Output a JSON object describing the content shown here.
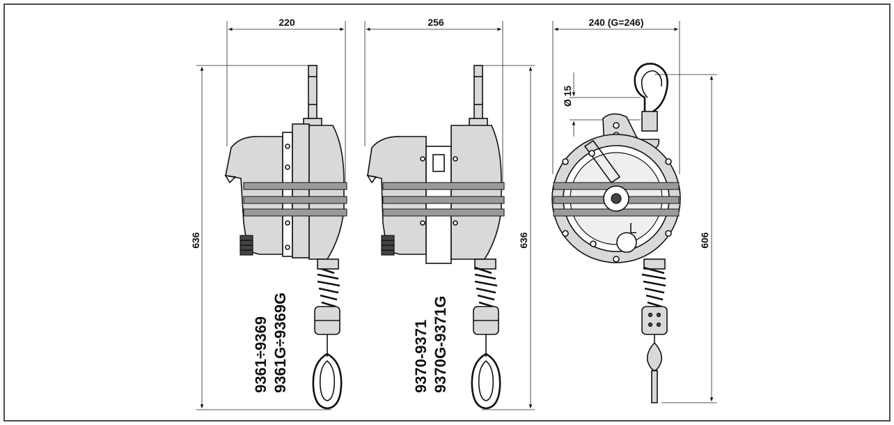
{
  "dimensions": {
    "view1_width": "220",
    "view1_height": "636",
    "view2_width": "256",
    "view2_height": "636",
    "view3_width": "240 (G=246)",
    "view3_height": "606",
    "view3_hook": "Ø 15"
  },
  "models": {
    "view1_line1": "9361÷9369",
    "view1_line2": "9361G÷9369G",
    "view2_line1": "9370-9371",
    "view2_line2": "9370G-9371G"
  }
}
